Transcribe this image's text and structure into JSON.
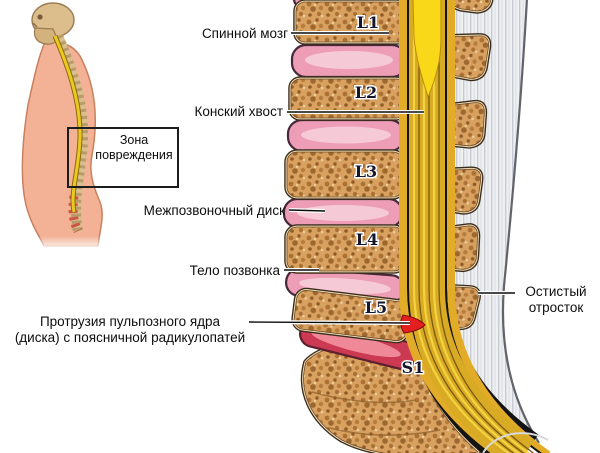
{
  "annotations": {
    "spinal_cord": "Спинной мозг",
    "cauda_equina": "Конский хвост",
    "intervertebral_disc": "Межпозвоночный диск",
    "vertebral_body": "Тело позвонка",
    "protrusion_line1": "Протрузия пульпозного ядра",
    "protrusion_line2": "(диска) с поясничной радикулопатей",
    "spinous_process_line1": "Остистый",
    "spinous_process_line2": "отросток"
  },
  "figure": {
    "damage_zone_line1": "Зона",
    "damage_zone_line2": "повреждения"
  },
  "vertebrae": [
    {
      "label": "L1"
    },
    {
      "label": "L2"
    },
    {
      "label": "L3"
    },
    {
      "label": "L4"
    },
    {
      "label": "L5"
    },
    {
      "label": "S1"
    }
  ],
  "colors": {
    "bone": "#d8a160",
    "disc_outer": "#ee9db6",
    "disc_inner": "#f6cbd9",
    "protruded_disc": "#cb3a52",
    "protrusion_tip": "#e31f1f",
    "canal_yellow": "#d9ab25",
    "spinal_cord_yellow": "#f8d818",
    "body_skin": "#f3b195",
    "ligament": "#eef0f2",
    "label_text": "#0d0d0d"
  }
}
